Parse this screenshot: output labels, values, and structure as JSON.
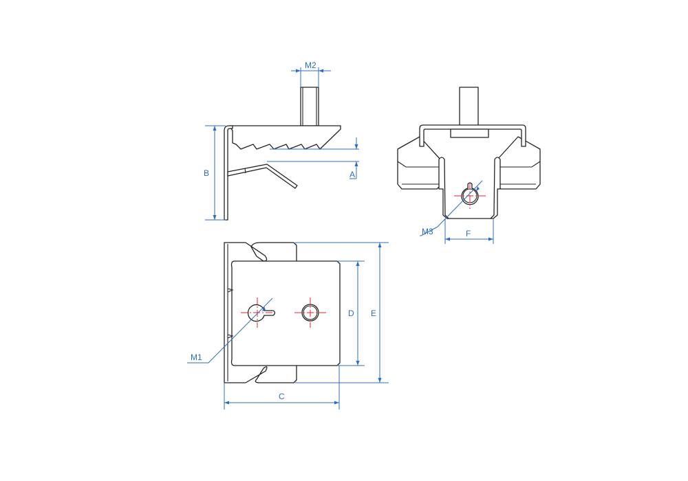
{
  "drawing": {
    "labels": {
      "M1": "M1",
      "M2": "M2",
      "M3": "M3",
      "A": "A",
      "B": "B",
      "C": "C",
      "D": "D",
      "E": "E",
      "F": "F"
    },
    "colors": {
      "outline": "#222222",
      "dimension": "#2b6cc4",
      "centerline": "#e8202a"
    }
  }
}
